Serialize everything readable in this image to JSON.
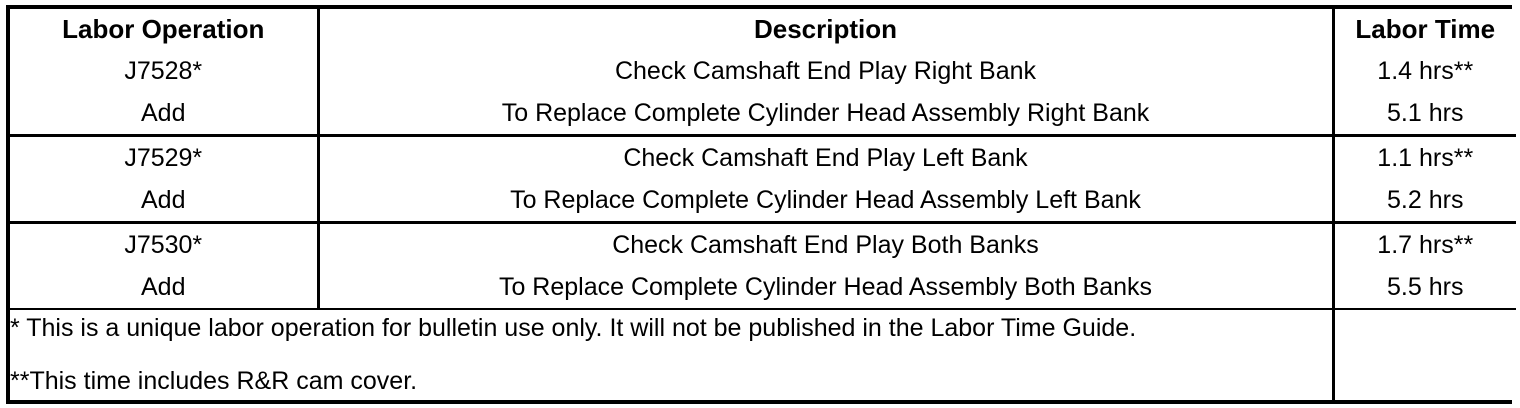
{
  "table": {
    "columns": [
      {
        "key": "labor_operation",
        "label": "Labor Operation"
      },
      {
        "key": "description",
        "label": "Description"
      },
      {
        "key": "labor_time",
        "label": "Labor Time"
      }
    ],
    "rows": [
      {
        "labor_operation": "J7528*",
        "description": "Check Camshaft End Play Right Bank",
        "labor_time": "1.4 hrs**"
      },
      {
        "labor_operation": "Add",
        "description": "To Replace Complete Cylinder Head Assembly Right Bank",
        "labor_time": "5.1 hrs"
      },
      {
        "labor_operation": "J7529*",
        "description": "Check Camshaft End Play Left Bank",
        "labor_time": "1.1 hrs**"
      },
      {
        "labor_operation": "Add",
        "description": "To Replace Complete Cylinder Head Assembly Left Bank",
        "labor_time": "5.2 hrs"
      },
      {
        "labor_operation": "J7530*",
        "description": "Check Camshaft End Play Both Banks",
        "labor_time": "1.7 hrs**"
      },
      {
        "labor_operation": "Add",
        "description": "To Replace Complete Cylinder Head Assembly Both Banks",
        "labor_time": "5.5 hrs"
      }
    ],
    "footnotes": {
      "line1": "* This is a unique labor operation for bulletin use only. It will not be published in the Labor Time Guide.",
      "line2": "**This time includes R&R cam cover.",
      "labor_time_cell": ""
    }
  },
  "colors": {
    "border": "#000000",
    "text": "#000000",
    "background": "#ffffff"
  }
}
